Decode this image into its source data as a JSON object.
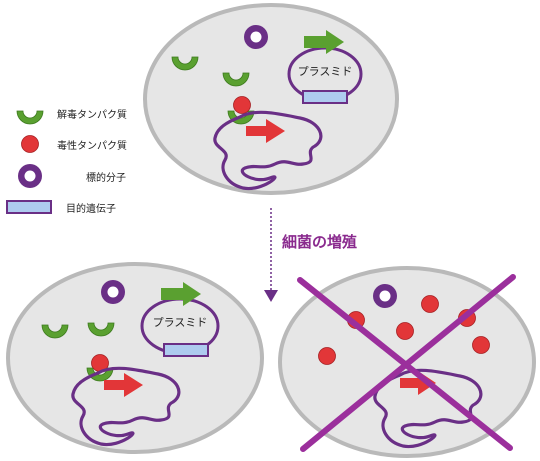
{
  "legend": {
    "antitoxin": "解毒タンパク質",
    "toxin": "毒性タンパク質",
    "target": "標的分子",
    "gene": "目的遺伝子"
  },
  "plasmid_label": "プラスミド",
  "growth_label": "細菌の増殖",
  "colors": {
    "cell_fill": "#e6e6e6",
    "cell_stroke": "#b9b9b9",
    "purple": "#6a2f86",
    "green": "#5aa030",
    "red": "#e23638",
    "gene_fill": "#aecbef",
    "cross": "#9b2f9c"
  },
  "icons": [
    "antitoxin-icon",
    "toxin-icon",
    "target-molecule-icon",
    "gene-icon",
    "arrow-icon"
  ]
}
